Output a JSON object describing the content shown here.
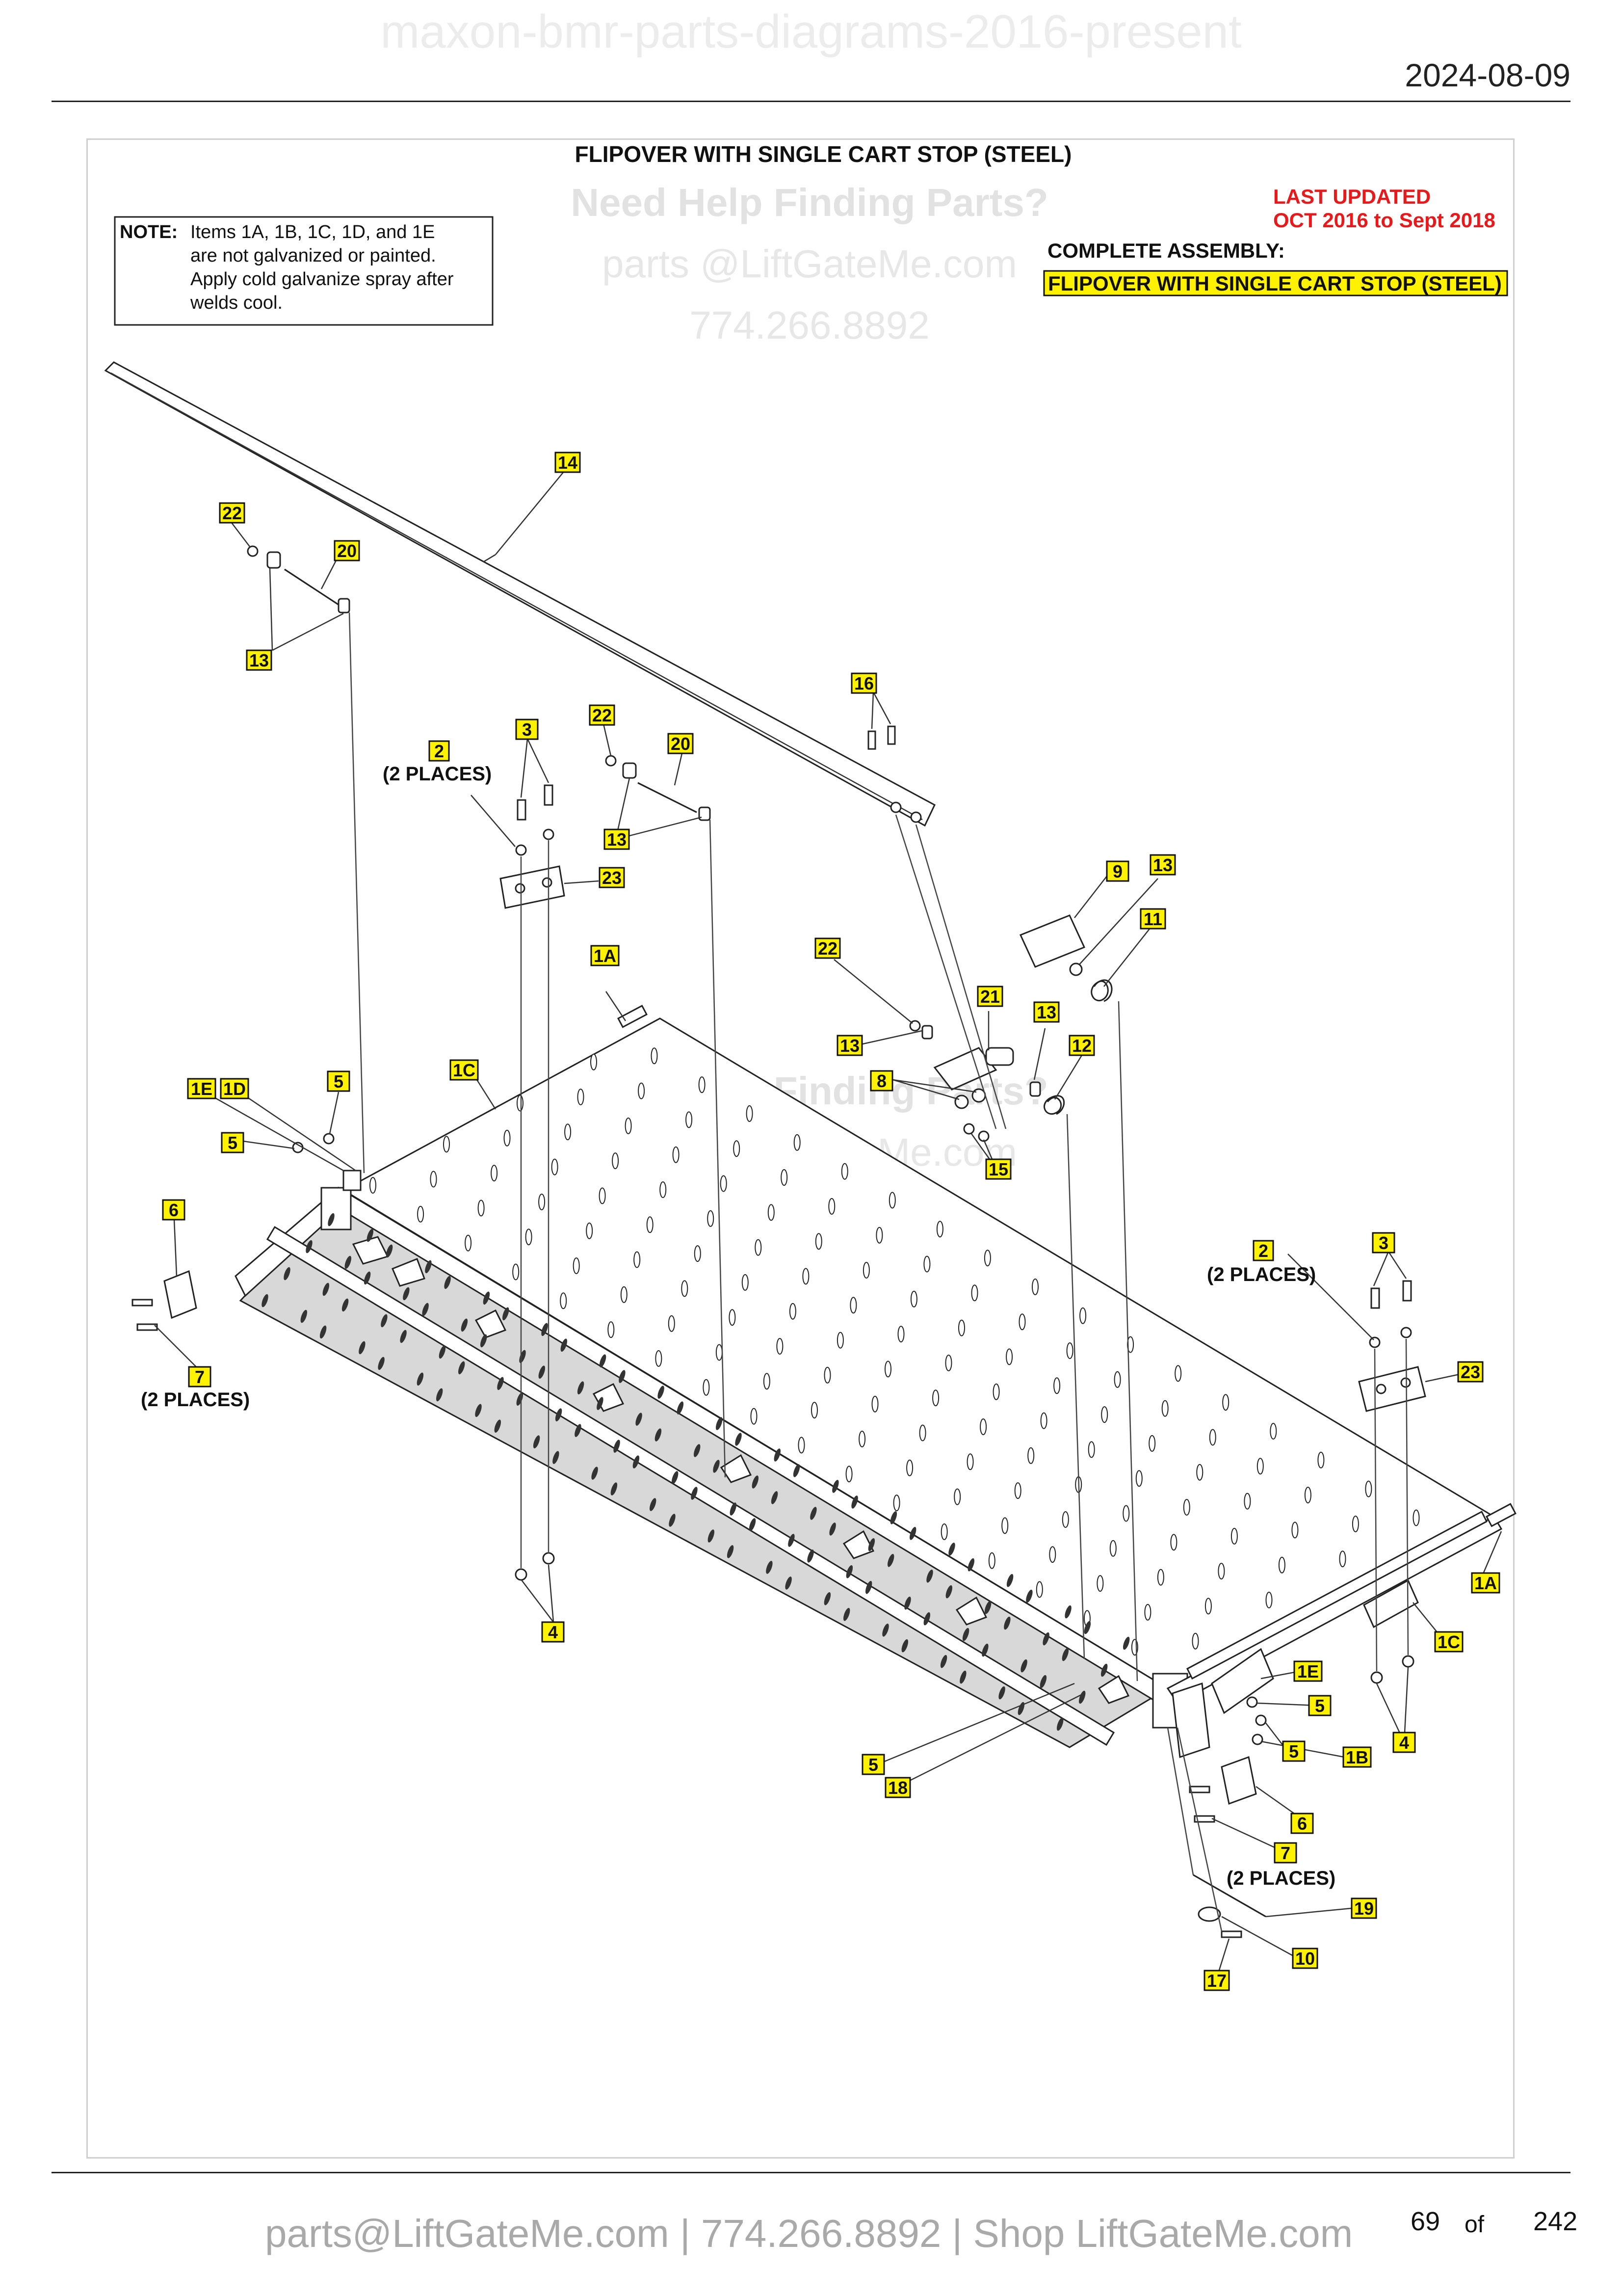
{
  "header": {
    "watermark": "maxon-bmr-parts-diagrams-2016-present",
    "date": "2024-08-09"
  },
  "diagram": {
    "title": "FLIPOVER WITH SINGLE CART STOP (STEEL)",
    "note_label": "NOTE:",
    "note_lines": [
      "Items 1A, 1B, 1C, 1D, and 1E",
      "are not galvanized or painted.",
      "Apply cold galvanize spray after",
      "welds cool."
    ],
    "last_updated_label": "LAST UPDATED",
    "last_updated_range": "OCT 2016 to Sept 2018",
    "complete_assembly_label": "COMPLETE ASSEMBLY:",
    "complete_assembly_value": "FLIPOVER WITH SINGLE CART STOP (STEEL)",
    "watermark_lines": [
      "Need Help Finding Parts?",
      "parts @LiftGateMe.com",
      "774.266.8892"
    ],
    "places_note": "(2 PLACES)",
    "callouts": [
      {
        "id": "14"
      },
      {
        "id": "22"
      },
      {
        "id": "20"
      },
      {
        "id": "13"
      },
      {
        "id": "16"
      },
      {
        "id": "3"
      },
      {
        "id": "22"
      },
      {
        "id": "20"
      },
      {
        "id": "2"
      },
      {
        "id": "13"
      },
      {
        "id": "23"
      },
      {
        "id": "9"
      },
      {
        "id": "13"
      },
      {
        "id": "11"
      },
      {
        "id": "1A"
      },
      {
        "id": "22"
      },
      {
        "id": "21"
      },
      {
        "id": "13"
      },
      {
        "id": "13"
      },
      {
        "id": "12"
      },
      {
        "id": "1E"
      },
      {
        "id": "1D"
      },
      {
        "id": "5"
      },
      {
        "id": "1C"
      },
      {
        "id": "8"
      },
      {
        "id": "5"
      },
      {
        "id": "15"
      },
      {
        "id": "6"
      },
      {
        "id": "2"
      },
      {
        "id": "3"
      },
      {
        "id": "7"
      },
      {
        "id": "23"
      },
      {
        "id": "4"
      },
      {
        "id": "1A"
      },
      {
        "id": "1C"
      },
      {
        "id": "1E"
      },
      {
        "id": "5"
      },
      {
        "id": "4"
      },
      {
        "id": "5"
      },
      {
        "id": "1B"
      },
      {
        "id": "5"
      },
      {
        "id": "18"
      },
      {
        "id": "6"
      },
      {
        "id": "7"
      },
      {
        "id": "19"
      },
      {
        "id": "10"
      },
      {
        "id": "17"
      }
    ]
  },
  "footer": {
    "contact": "parts@LiftGateMe.com | 774.266.8892 | Shop LiftGateMe.com",
    "page_current": "69",
    "page_of": "of",
    "page_total": "242"
  }
}
